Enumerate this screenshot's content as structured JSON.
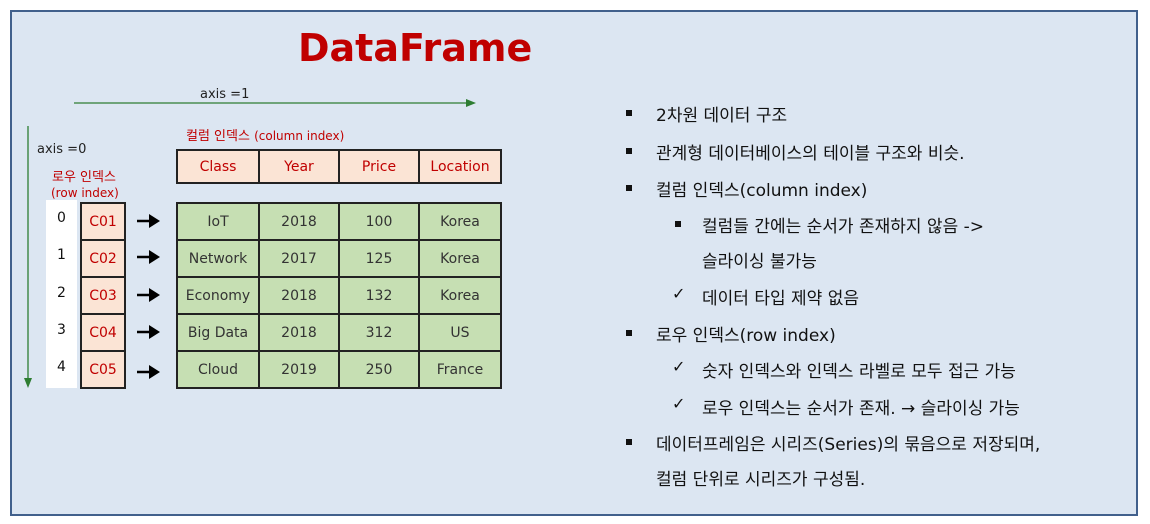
{
  "title": "DataFrame",
  "axis1_label": "axis =1",
  "axis0_label": "axis =0",
  "column_index_label": "컬럼 인덱스",
  "column_index_sub": "(column index)",
  "row_index_label": "로우 인덱스",
  "row_index_sub": "(row index)",
  "columns": [
    "Class",
    "Year",
    "Price",
    "Location"
  ],
  "positions": [
    "0",
    "1",
    "2",
    "3",
    "4"
  ],
  "row_labels": [
    "C01",
    "C02",
    "C03",
    "C04",
    "C05"
  ],
  "rows": [
    [
      "IoT",
      "2018",
      "100",
      "Korea"
    ],
    [
      "Network",
      "2017",
      "125",
      "Korea"
    ],
    [
      "Economy",
      "2018",
      "132",
      "Korea"
    ],
    [
      "Big Data",
      "2018",
      "312",
      "US"
    ],
    [
      "Cloud",
      "2019",
      "250",
      "France"
    ]
  ],
  "bullets": {
    "b1": "2차원 데이터 구조",
    "b2": "관계형 데이터베이스의 테이블 구조와 비슷.",
    "b3": "컬럼 인덱스(column index)",
    "b3a_1": "컬럼들 간에는 순서가 존재하지 않음 ->",
    "b3a_2": "슬라이싱 불가능",
    "b3b": "데이터 타입 제약 없음",
    "b4": "로우 인덱스(row index)",
    "b4a": "숫자 인덱스와 인덱스 라벨로 모두 접근 가능",
    "b4b": "로우 인덱스는 순서가 존재. → 슬라이싱 가능",
    "b5_1": "데이터프레임은 시리즈(Series)의 묶음으로 저장되며,",
    "b5_2": "컬럼 단위로 시리즈가 구성됨."
  }
}
